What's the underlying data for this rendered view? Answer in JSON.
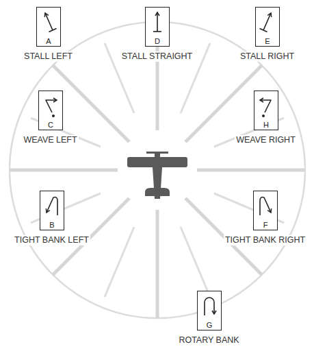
{
  "diagram": {
    "nodes": [
      {
        "text": [
          "A",
          "STALL LEFT"
        ]
      },
      {
        "text": [
          "D",
          "STALL STRAIGHT"
        ]
      },
      {
        "text": [
          "E",
          "STALL RIGHT"
        ]
      },
      {
        "text": [
          "C",
          "WEAVE LEFT"
        ]
      },
      {
        "text": [
          "H",
          "WEAVE RIGHT"
        ]
      },
      {
        "text": [
          "B",
          "TIGHT BANK LEFT"
        ]
      },
      {
        "text": [
          "F",
          "TIGHT BANK RIGHT"
        ]
      },
      {
        "text": [
          "G",
          "ROTARY BANK"
        ]
      }
    ]
  }
}
